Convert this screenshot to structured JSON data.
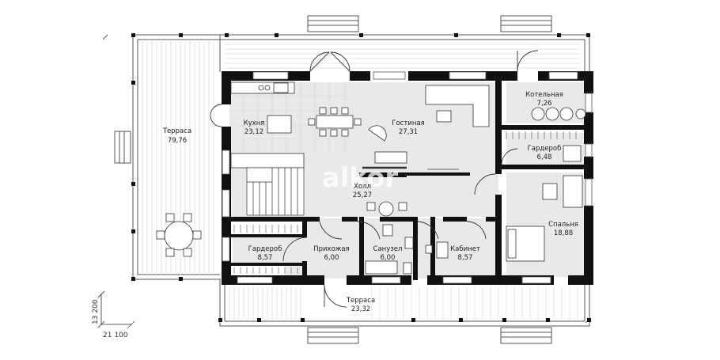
{
  "rooms": [
    {
      "name": "Терраса",
      "area": "79,76"
    },
    {
      "name": "Кухня",
      "area": "23,12"
    },
    {
      "name": "Гостиная",
      "area": "27,31"
    },
    {
      "name": "Котельная",
      "area": "7,26"
    },
    {
      "name": "Гардероб",
      "area": "6,48"
    },
    {
      "name": "Холл",
      "area": "25,27"
    },
    {
      "name": "Спальня",
      "area": "18,88"
    },
    {
      "name": "Гардероб",
      "area": "8,57"
    },
    {
      "name": "Прихожая",
      "area": "6,00"
    },
    {
      "name": "Санузел",
      "area": "6,00"
    },
    {
      "name": "Кабинет",
      "area": "8,57"
    },
    {
      "name": "Терраса",
      "area": "23,32"
    }
  ],
  "dimensions": {
    "height": "13 200",
    "width": "21 100"
  },
  "watermark": "alkor"
}
